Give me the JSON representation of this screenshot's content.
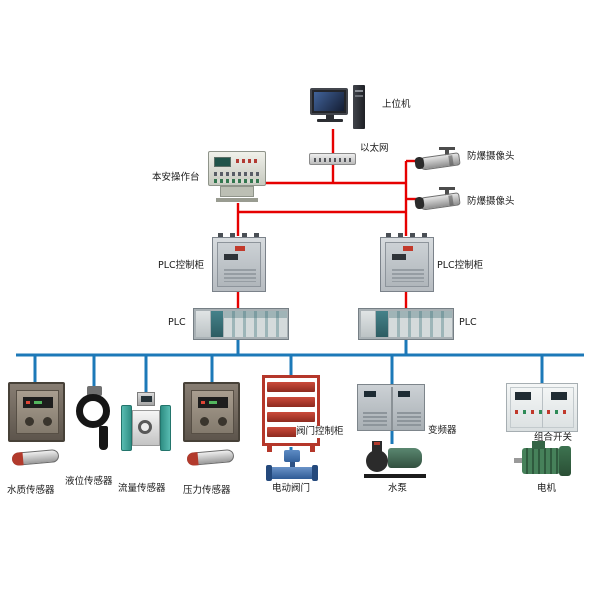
{
  "colors": {
    "control-line": "#e60000",
    "field-line": "#1c79b8"
  },
  "nodes": {
    "host_computer": "上位机",
    "ethernet": "以太网",
    "console": "本安操作台",
    "camera_top": "防爆摄像头",
    "camera_bottom": "防爆摄像头",
    "plc_cabinet_left": "PLC控制柜",
    "plc_cabinet_right": "PLC控制柜",
    "plc_left": "PLC",
    "plc_right": "PLC",
    "water_quality_sensor": "水质传感器",
    "level_sensor": "液位传感器",
    "flow_sensor": "流量传感器",
    "pressure_sensor": "压力传感器",
    "valve_control_cabinet": "阀门控制柜",
    "electric_valve": "电动阀门",
    "vfd": "变频器",
    "water_pump": "水泵",
    "combination_switch": "组合开关",
    "motor": "电机"
  }
}
